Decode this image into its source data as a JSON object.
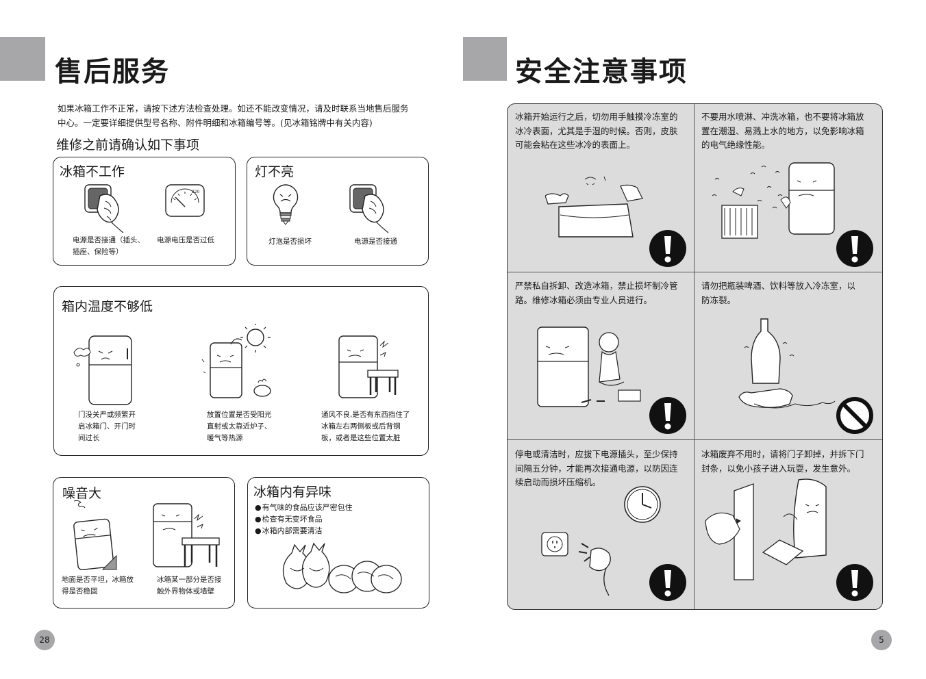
{
  "left_page": {
    "title": "售后服务",
    "intro_line1": "如果冰箱工作不正常，请按下述方法检查处理。如还不能改变情况，请及时联系当地售后服务",
    "intro_line2": "中心。一定要详细提供型号名称、附件明细和冰箱编号等。(见冰箱铭牌中有关内容)",
    "subheading": "维修之前请确认如下事项",
    "box_not_working": {
      "title": "冰箱不工作",
      "cap1_line1": "电源是否接通（插头、",
      "cap1_line2": "插座、保险等）",
      "cap2": "电源电压是否过低"
    },
    "box_light": {
      "title": "灯不亮",
      "cap1": "灯泡是否损坏",
      "cap2": "电源是否接通"
    },
    "box_temp": {
      "title": "箱内温度不够低",
      "cap1_line1": "门没关严或频繁开",
      "cap1_line2": "启冰箱门、开门时",
      "cap1_line3": "间过长",
      "cap2_line1": "放置位置是否受阳光",
      "cap2_line2": "直射或太靠近炉子、",
      "cap2_line3": "暖气等热源",
      "cap3_line1": "通风不良,是否有东西挡住了",
      "cap3_line2": "冰箱左右两侧板或后背钢",
      "cap3_line3": "板，或者是这些位置太脏"
    },
    "box_noise": {
      "title": "噪音大",
      "cap1_line1": "地面是否平坦，冰箱放",
      "cap1_line2": "得是否稳固",
      "cap2_line1": "冰箱某一部分是否接",
      "cap2_line2": "触外界物体或墙壁"
    },
    "box_smell": {
      "title": "冰箱内有异味",
      "items": [
        "有气味的食品应该严密包住",
        "检查有无变坏食品",
        "冰箱内部需要清洁"
      ]
    },
    "page_number": "28"
  },
  "right_page": {
    "title": "安全注意事项",
    "cells": [
      {
        "lines": [
          "冰箱开始运行之后，切勿用手触摸冷冻室的",
          "冰冷表面，尤其是手湿的时候。否则，皮肤",
          "可能会粘在这些冰冷的表面上。"
        ]
      },
      {
        "lines": [
          "不要用水喷淋、冲洗冰箱，也不要将冰箱放",
          "置在潮湿、易溅上水的地方，以免影响冰箱",
          "的电气绝缘性能。"
        ]
      },
      {
        "lines": [
          "严禁私自拆卸、改造冰箱，禁止损坏制冷管",
          "路。维修冰箱必须由专业人员进行。"
        ]
      },
      {
        "lines": [
          "请勿把瓶装啤酒、饮料等放入冷冻室，以",
          "防冻裂。"
        ]
      },
      {
        "lines": [
          "停电或清洁时，应拔下电源插头，至少保持",
          "间隔五分钟，才能再次接通电源，以防因连",
          "续启动而损坏压缩机。"
        ]
      },
      {
        "lines": [
          "冰箱废弃不用时，请将门子卸掉，并拆下门",
          "封条，以免小孩子进入玩耍，发生意外。"
        ]
      }
    ],
    "page_number": "5"
  },
  "colors": {
    "title_block": "#a7a7a9",
    "grid_bg": "#dcdcdd",
    "ink": "#1a1a1a"
  },
  "icons": [
    "warning-exclamation-icon",
    "prohibited-icon"
  ]
}
